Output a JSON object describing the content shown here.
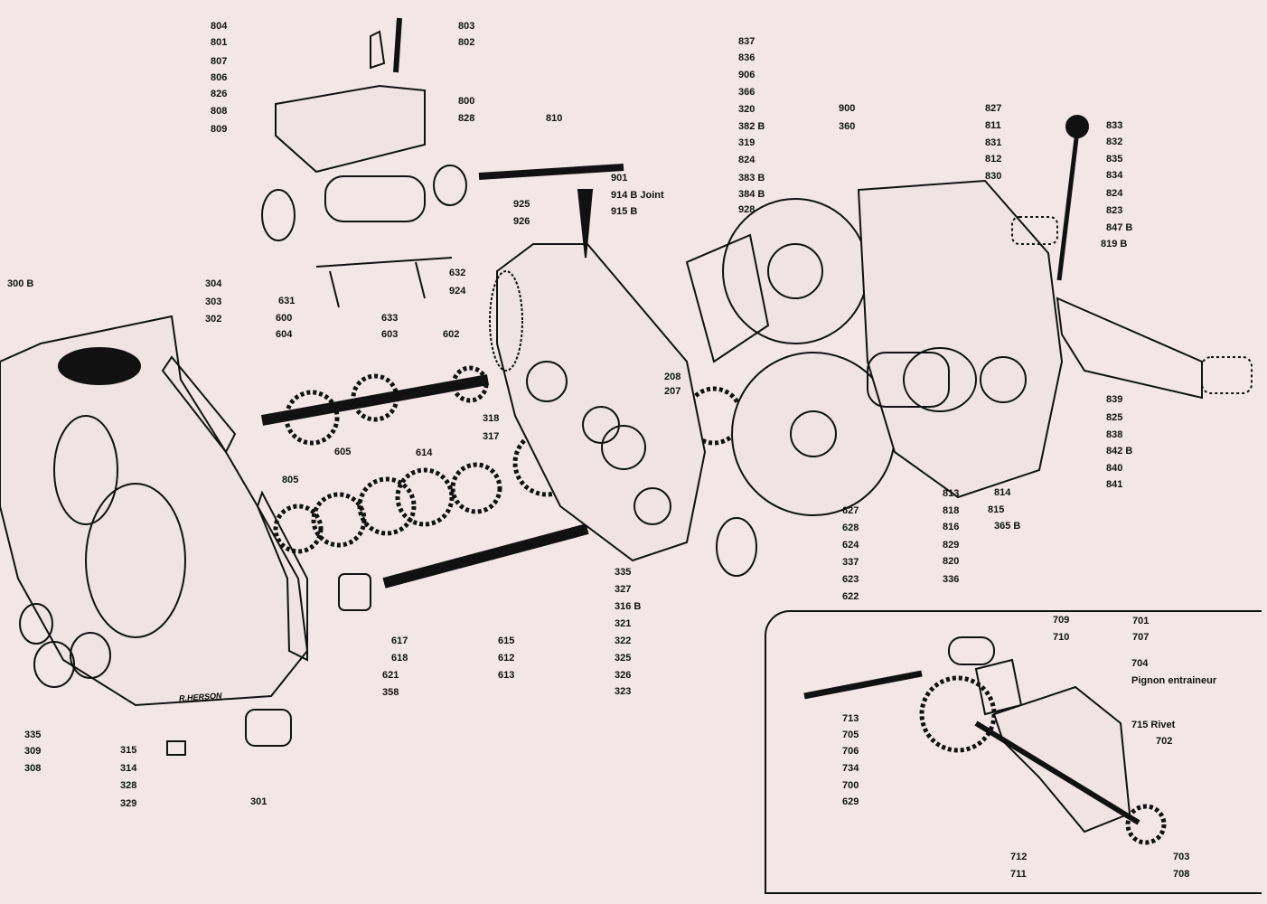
{
  "title": "Exploded view of gearbox and crankcase assembly",
  "signature": "R.HERSON",
  "callouts": [
    "804",
    "803",
    "801",
    "802",
    "807",
    "806",
    "826",
    "800",
    "808",
    "828",
    "809",
    "810",
    "837",
    "836",
    "906",
    "366",
    "320",
    "382 B",
    "319",
    "824",
    "383 B",
    "384 B",
    "928",
    "901",
    "914 B Joint",
    "915 B",
    "925",
    "926",
    "632",
    "924",
    "900",
    "360",
    "827",
    "811",
    "831",
    "812",
    "830",
    "833",
    "832",
    "835",
    "834",
    "824",
    "823",
    "847 B",
    "819 B",
    "300 B",
    "304",
    "303",
    "302",
    "631",
    "633",
    "600",
    "604",
    "603",
    "602",
    "318",
    "317",
    "208",
    "207",
    "605",
    "614",
    "805",
    "839",
    "825",
    "838",
    "842 B",
    "840",
    "841",
    "813",
    "814",
    "818",
    "815",
    "816",
    "365 B",
    "829",
    "820",
    "336",
    "627",
    "628",
    "624",
    "337",
    "623",
    "622",
    "335",
    "327",
    "316 B",
    "321",
    "322",
    "325",
    "326",
    "323",
    "617",
    "618",
    "615",
    "612",
    "613",
    "621",
    "358",
    "335",
    "309",
    "308",
    "315",
    "314",
    "328",
    "329",
    "301"
  ],
  "inset": {
    "callouts": [
      "709",
      "710",
      "701",
      "707",
      "704",
      "Pignon entraineur",
      "713",
      "705",
      "706",
      "734",
      "700",
      "715  Rivet",
      "702",
      "629",
      "703",
      "712",
      "711",
      "708"
    ]
  }
}
